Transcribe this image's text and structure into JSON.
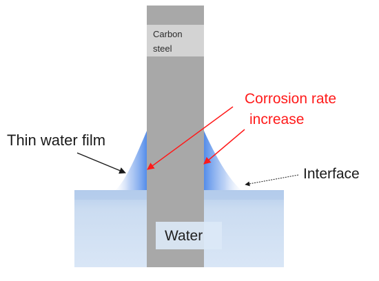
{
  "labels": {
    "steel_line1": "Carbon",
    "steel_line2": "steel",
    "corrosion_line1": "Corrosion rate",
    "corrosion_line2": "increase",
    "thin_film": "Thin water film",
    "interface": "Interface",
    "water": "Water"
  },
  "colors": {
    "steel": "#a8a8a8",
    "steel_label_box": "#d3d3d3",
    "water_pool": "#c7d9ef",
    "water_film": "#4a86e8",
    "water_label_box": "#dbe9f7",
    "corrosion_text": "#ff1a1a",
    "text": "#1a1a1a"
  }
}
